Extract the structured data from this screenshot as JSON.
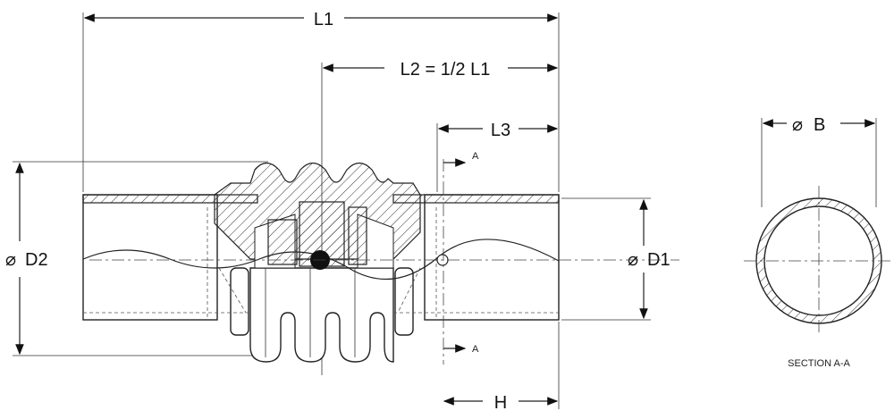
{
  "labels": {
    "l1": "L1",
    "l2": "L2 = 1/2 L1",
    "l3": "L3",
    "h": "H",
    "d1": "D1",
    "d2": "D2",
    "b": "B",
    "diameter_symbol": "⌀",
    "section_marker_top": "A",
    "section_marker_bottom": "A",
    "section_caption": "SECTION A-A"
  }
}
